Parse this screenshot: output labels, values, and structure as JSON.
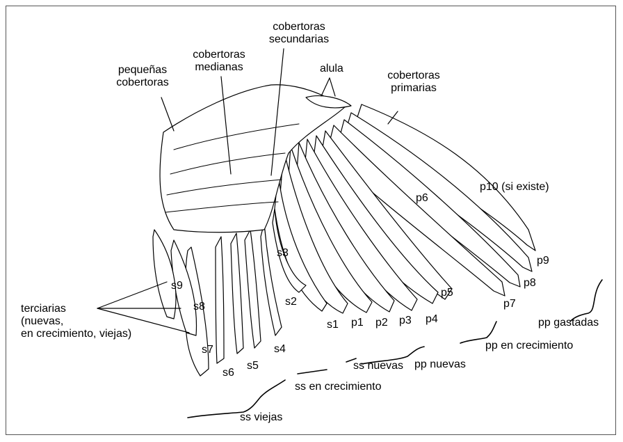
{
  "labels": {
    "pequenas_cobertoras": [
      "pequeñas",
      "cobertoras"
    ],
    "cobertoras_medianas": [
      "cobertoras",
      "medianas"
    ],
    "cobertoras_secundarias": [
      "cobertoras",
      "secundarias"
    ],
    "alula": "alula",
    "cobertoras_primarias": [
      "cobertoras",
      "primarias"
    ],
    "terciarias": [
      "terciarias",
      "(nuevas,",
      "en crecimiento, viejas)"
    ],
    "p10": "p10 (si existe)",
    "p6": "p6",
    "p5": "p5",
    "p7": "p7",
    "p8": "p8",
    "p9": "p9",
    "s1": "s1",
    "p1": "p1",
    "p2": "p2",
    "p3": "p3",
    "p4": "p4",
    "s2": "s2",
    "s3": "s3",
    "s4": "s4",
    "s5": "s5",
    "s6": "s6",
    "s7": "s7",
    "s8": "s8",
    "s9": "s9",
    "pp_gastadas": "pp gastadas",
    "pp_en_crecimiento": "pp en crecimiento",
    "pp_nuevas": "pp nuevas",
    "ss_nuevas": "ss nuevas",
    "ss_en_crecimiento": "ss en crecimiento",
    "ss_viejas": "ss viejas"
  }
}
